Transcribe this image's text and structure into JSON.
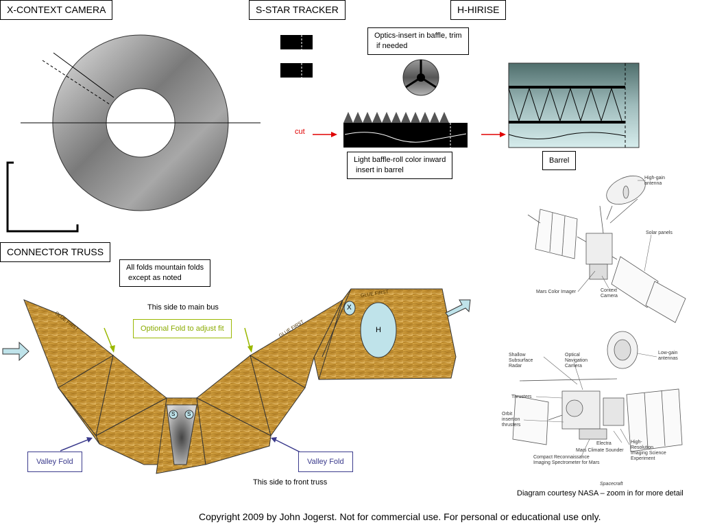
{
  "sections": {
    "context_camera": "X-CONTEXT CAMERA",
    "star_tracker": "S-STAR TRACKER",
    "hirise": "H-HIRISE",
    "connector_truss": "CONNECTOR TRUSS"
  },
  "notes": {
    "optics_insert": "Optics-insert in baffle, trim\n if needed",
    "light_baffle": "Light baffle-roll color inward\n insert in barrel",
    "barrel": "Barrel",
    "all_folds": "All folds mountain folds\n except as noted",
    "cut": "cut"
  },
  "truss": {
    "main_bus": "This side to main bus",
    "optional_fold": "Optional Fold to adjust fit",
    "valley_fold_left": "Valley Fold",
    "valley_fold_right": "Valley Fold",
    "front_truss": "This side to front truss",
    "glue_first": "GLUE FIRST",
    "mark_x": "X",
    "mark_h": "H",
    "mark_s1": "S",
    "mark_s2": "S"
  },
  "spacecraft": {
    "high_gain": "High-gain\nantenna",
    "solar_panels": "Solar panels",
    "mars_color_imager": "Mars Color Imager",
    "context_camera": "Context\nCamera",
    "shallow_radar": "Shallow\nSubsurface\nRadar",
    "optical_nav": "Optical\nNavigation\nCamera",
    "low_gain": "Low-gain\nantennas",
    "thrusters": "Thrusters",
    "orbit_insertion": "Orbit\ninsertion\nthrusters",
    "electra": "Electra",
    "mcs": "Mars Climate Sounder",
    "hirise": "High-\nResolution\nImaging Science\nExperiment",
    "crism": "Compact Reconnaissance\nImaging Spectrometer for Mars",
    "spacecraft": "Spacecraft",
    "caption": "Diagram courtesy NASA – zoom in for more detail"
  },
  "copyright": "Copyright 2009 by John Jogerst.  Not for commercial use.  For personal or educational use only.",
  "colors": {
    "cut_arrow": "#e00000",
    "valley": "#3a3a8c",
    "optional": "#9ab800",
    "gold": "#c8962e",
    "lightblue": "#bfe3ea"
  }
}
